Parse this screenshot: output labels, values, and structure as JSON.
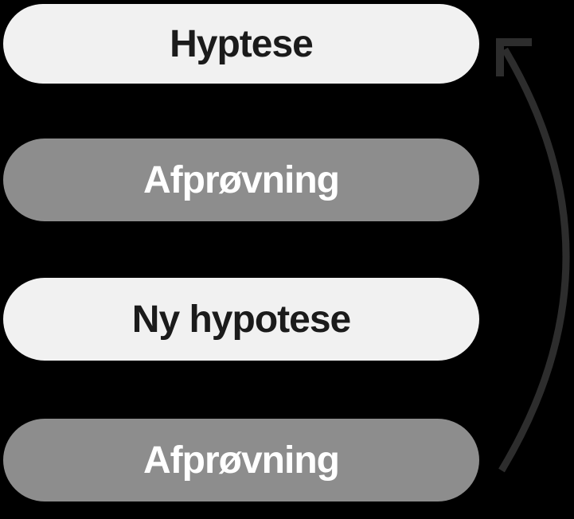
{
  "diagram": {
    "steps": [
      {
        "label": "Hyptese",
        "variant": "light"
      },
      {
        "label": "Afprøvning",
        "variant": "gray"
      },
      {
        "label": "Ny hypotese",
        "variant": "light"
      },
      {
        "label": "Afprøvning",
        "variant": "gray"
      }
    ],
    "arrow": {
      "name": "cycle-arrow",
      "direction": "bottom-to-top"
    },
    "colors": {
      "background": "#000000",
      "light_box": "#f1f1f1",
      "gray_box": "#8d8d8d",
      "dark_text": "#1b1b1b",
      "light_text": "#ffffff",
      "arrow": "#2d2d2d"
    }
  }
}
